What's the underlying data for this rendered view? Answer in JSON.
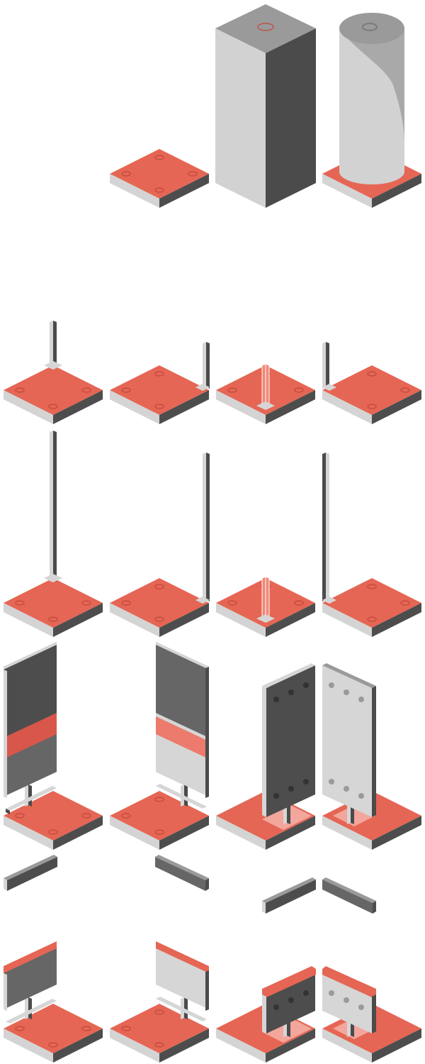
{
  "colors": {
    "base_top": "#e56654",
    "base_top_light": "#f08878",
    "base_left": "#d4d4d4",
    "base_right": "#4d4d4d",
    "hole": "#c0473a",
    "box_top": "#9a9a9a",
    "box_left": "#d2d2d2",
    "box_right": "#4b4b4b",
    "pole_light": "#d6d6d6",
    "pole_dark": "#4b4b4b",
    "panel_dark": "#4d4d4d",
    "panel_mid": "#666666",
    "panel_light": "#d6d6d6",
    "band": "#d9564a",
    "band_light": "#ec7a6d"
  },
  "rows": [
    {
      "name": "row-solid-pieces",
      "items": [
        "base-plate",
        "square-block",
        "round-pillar"
      ]
    },
    {
      "name": "row-short-posts",
      "items": [
        "post-back",
        "post-right",
        "post-front",
        "post-left"
      ]
    },
    {
      "name": "row-tall-posts",
      "items": [
        "post-back",
        "post-right",
        "post-front",
        "post-left"
      ]
    },
    {
      "name": "row-signboards",
      "items": [
        "board-left",
        "board-right",
        "board-front-right",
        "board-front-left"
      ]
    },
    {
      "name": "row-bars",
      "items": [
        "bar-left",
        "bar-right",
        "bar-front-right",
        "bar-front-left"
      ]
    },
    {
      "name": "row-short-boards",
      "items": [
        "board-left",
        "board-right",
        "board-front-right",
        "board-front-left"
      ]
    }
  ]
}
